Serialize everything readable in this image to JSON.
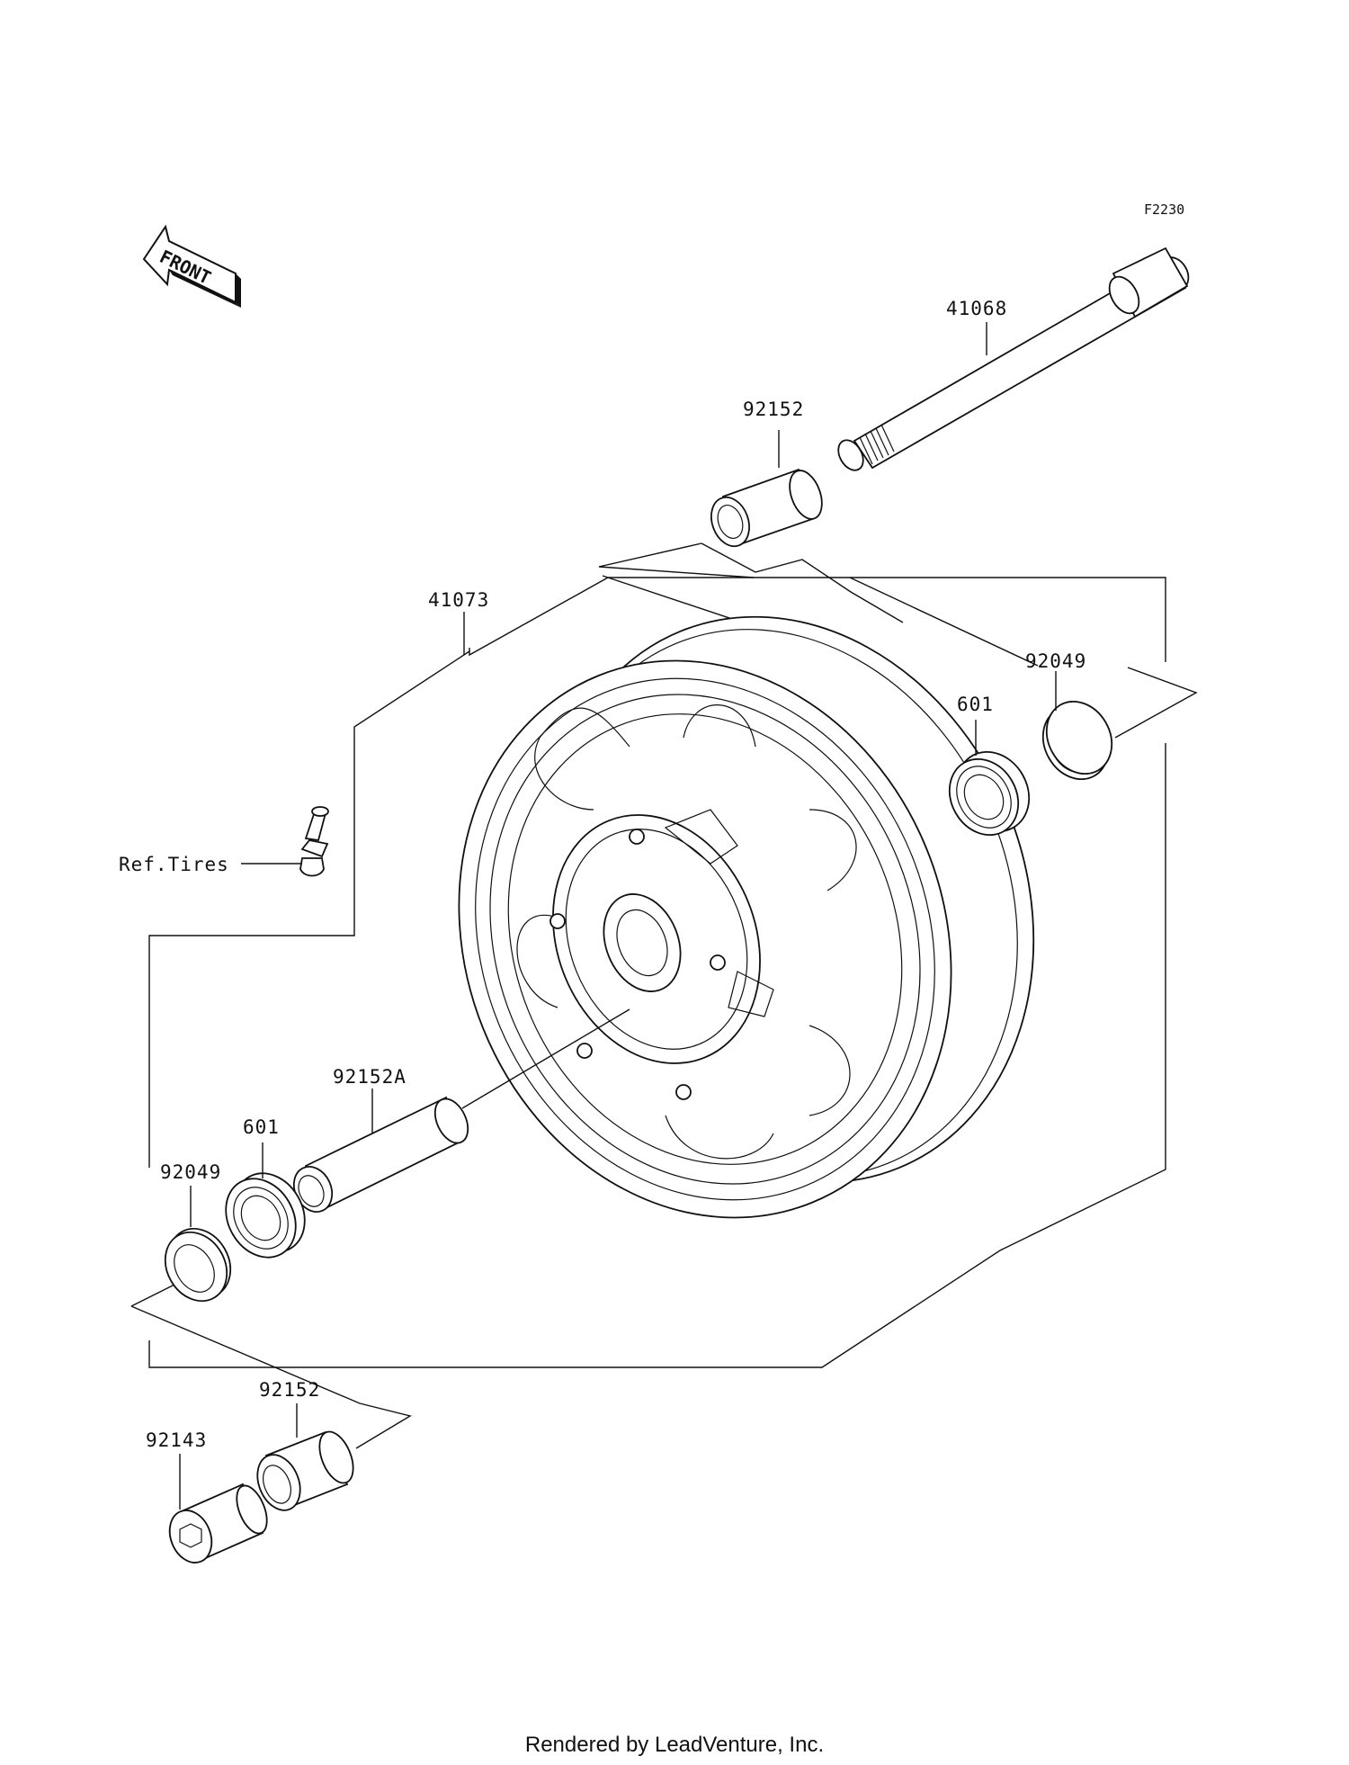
{
  "figure_code": "F2230",
  "front_marker": {
    "text": "FRONT"
  },
  "parts": [
    {
      "id": "axle",
      "label": "41068"
    },
    {
      "id": "collar-top",
      "label": "92152"
    },
    {
      "id": "wheel",
      "label": "41073"
    },
    {
      "id": "seal-right",
      "label": "92049"
    },
    {
      "id": "bearing-right",
      "label": "601"
    },
    {
      "id": "valve",
      "label": "Ref.Tires"
    },
    {
      "id": "collar-inner",
      "label": "92152A"
    },
    {
      "id": "bearing-left",
      "label": "601"
    },
    {
      "id": "seal-left",
      "label": "92049"
    },
    {
      "id": "collar-bottom",
      "label": "92152"
    },
    {
      "id": "bolt",
      "label": "92143"
    }
  ],
  "footer": "Rendered by LeadVenture, Inc."
}
